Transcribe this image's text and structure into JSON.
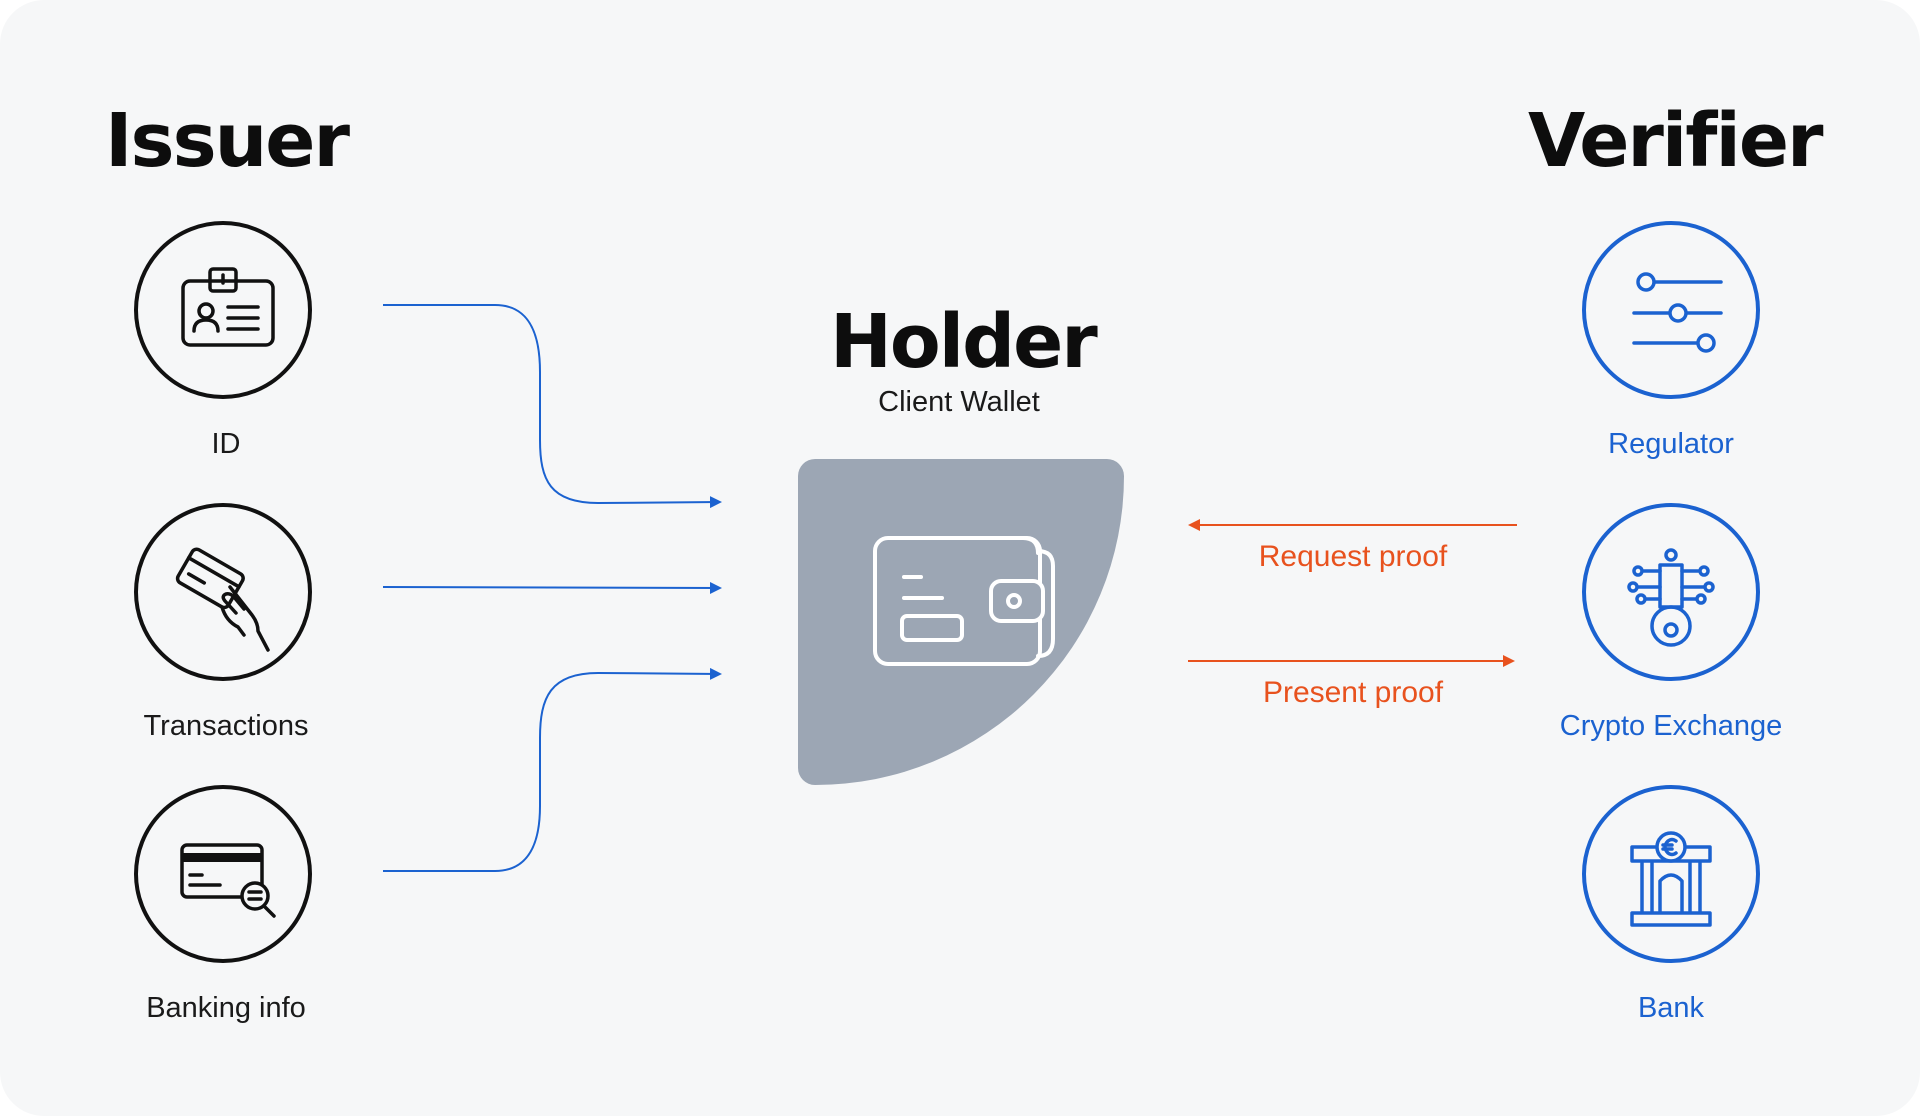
{
  "issuer": {
    "title": "Issuer",
    "items": [
      {
        "label": "ID",
        "icon": "id-badge-icon"
      },
      {
        "label": "Transactions",
        "icon": "hand-card-icon"
      },
      {
        "label": "Banking info",
        "icon": "card-search-icon"
      }
    ]
  },
  "holder": {
    "title": "Holder",
    "subtitle": "Client Wallet",
    "icon": "wallet-icon"
  },
  "verifier": {
    "title": "Verifier",
    "items": [
      {
        "label": "Regulator",
        "icon": "sliders-icon"
      },
      {
        "label": "Crypto Exchange",
        "icon": "circuit-key-icon"
      },
      {
        "label": "Bank",
        "icon": "bank-euro-icon"
      }
    ]
  },
  "flows": {
    "request": "Request proof",
    "present": "Present proof"
  },
  "colors": {
    "issuer_stroke": "#111111",
    "verifier_blue": "#1b62d0",
    "flow_orange": "#e8521e",
    "wallet_fill": "#9ca6b4",
    "background": "#f6f7f8"
  }
}
